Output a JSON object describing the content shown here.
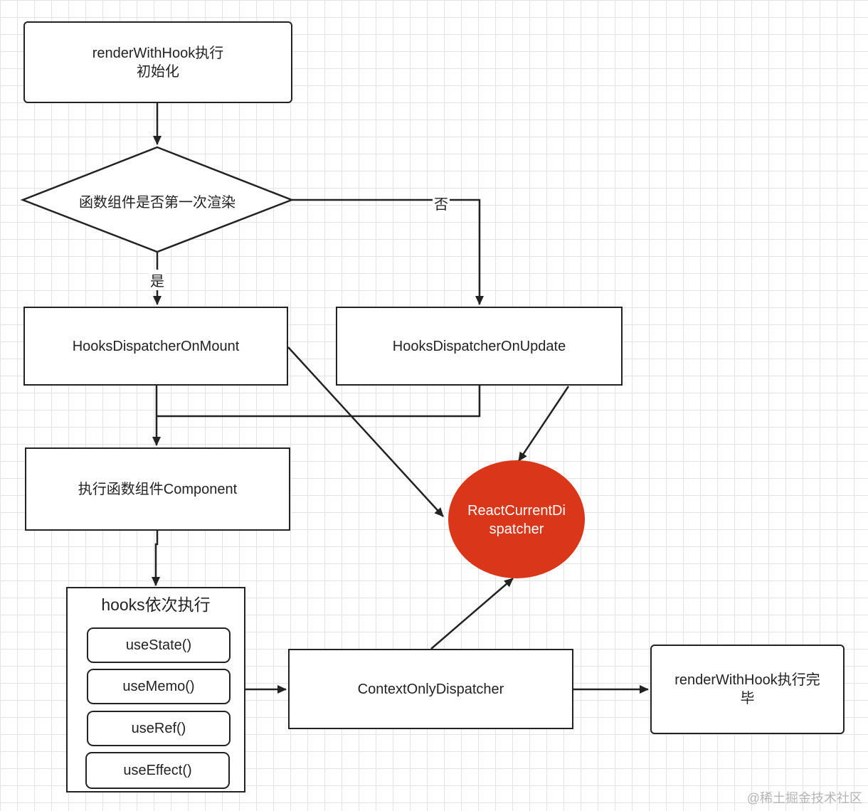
{
  "nodes": {
    "render_init": {
      "line1": "renderWithHook执行",
      "line2": "初始化"
    },
    "decision": {
      "label": "函数组件是否第一次渲染"
    },
    "on_mount": {
      "label": "HooksDispatcherOnMount"
    },
    "on_update": {
      "label": "HooksDispatcherOnUpdate"
    },
    "exec_component": {
      "label": "执行函数组件Component"
    },
    "hooks_group": {
      "title": "hooks依次执行",
      "items": [
        "useState()",
        "useMemo()",
        "useRef()",
        "useEffect()"
      ]
    },
    "context_only": {
      "label": "ContextOnlyDispatcher"
    },
    "render_done": {
      "line1": "renderWithHook执行完",
      "line2": "毕"
    },
    "react_current": {
      "line1": "ReactCurrentDi",
      "line2": "spatcher"
    }
  },
  "edge_labels": {
    "yes": "是",
    "no": "否"
  },
  "colors": {
    "stroke": "#222222",
    "circle_fill": "#d9361a",
    "circle_text": "#ffffff",
    "grid": "#e3e3e3"
  },
  "watermark": "@稀土掘金技术社区"
}
